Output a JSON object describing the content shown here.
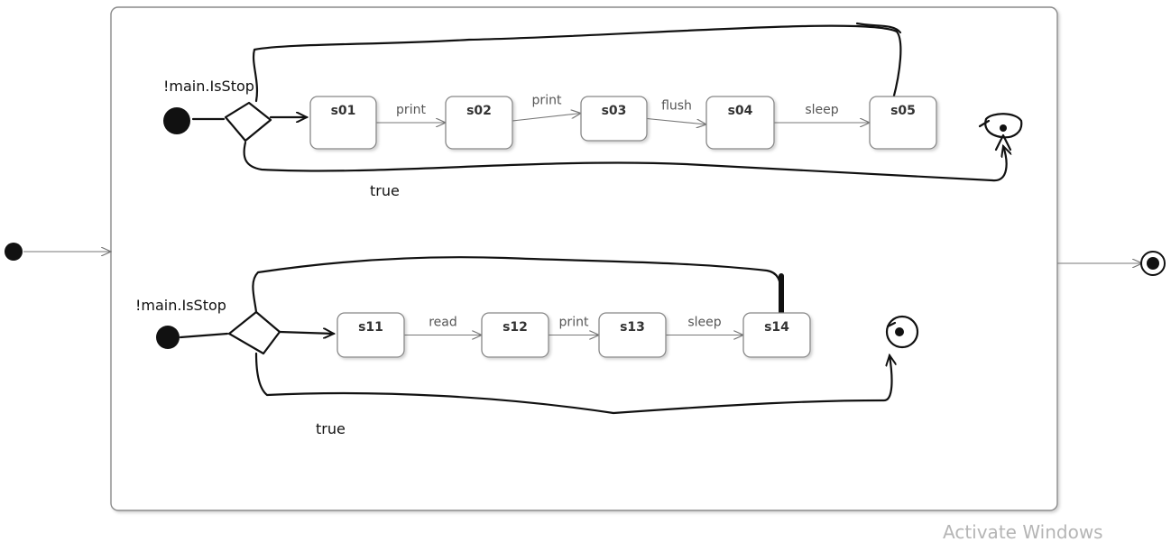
{
  "diagram": {
    "guard_top": "!main.IsStop",
    "guard_bottom": "!main.IsStop",
    "true_top": "true",
    "true_bottom": "true",
    "states_top": [
      "s01",
      "s02",
      "s03",
      "s04",
      "s05"
    ],
    "transitions_top": [
      "print",
      "print",
      "flush",
      "sleep"
    ],
    "states_bottom": [
      "s11",
      "s12",
      "s13",
      "s14"
    ],
    "transitions_bottom": [
      "read",
      "print",
      "sleep"
    ]
  },
  "watermark": "Activate Windows"
}
